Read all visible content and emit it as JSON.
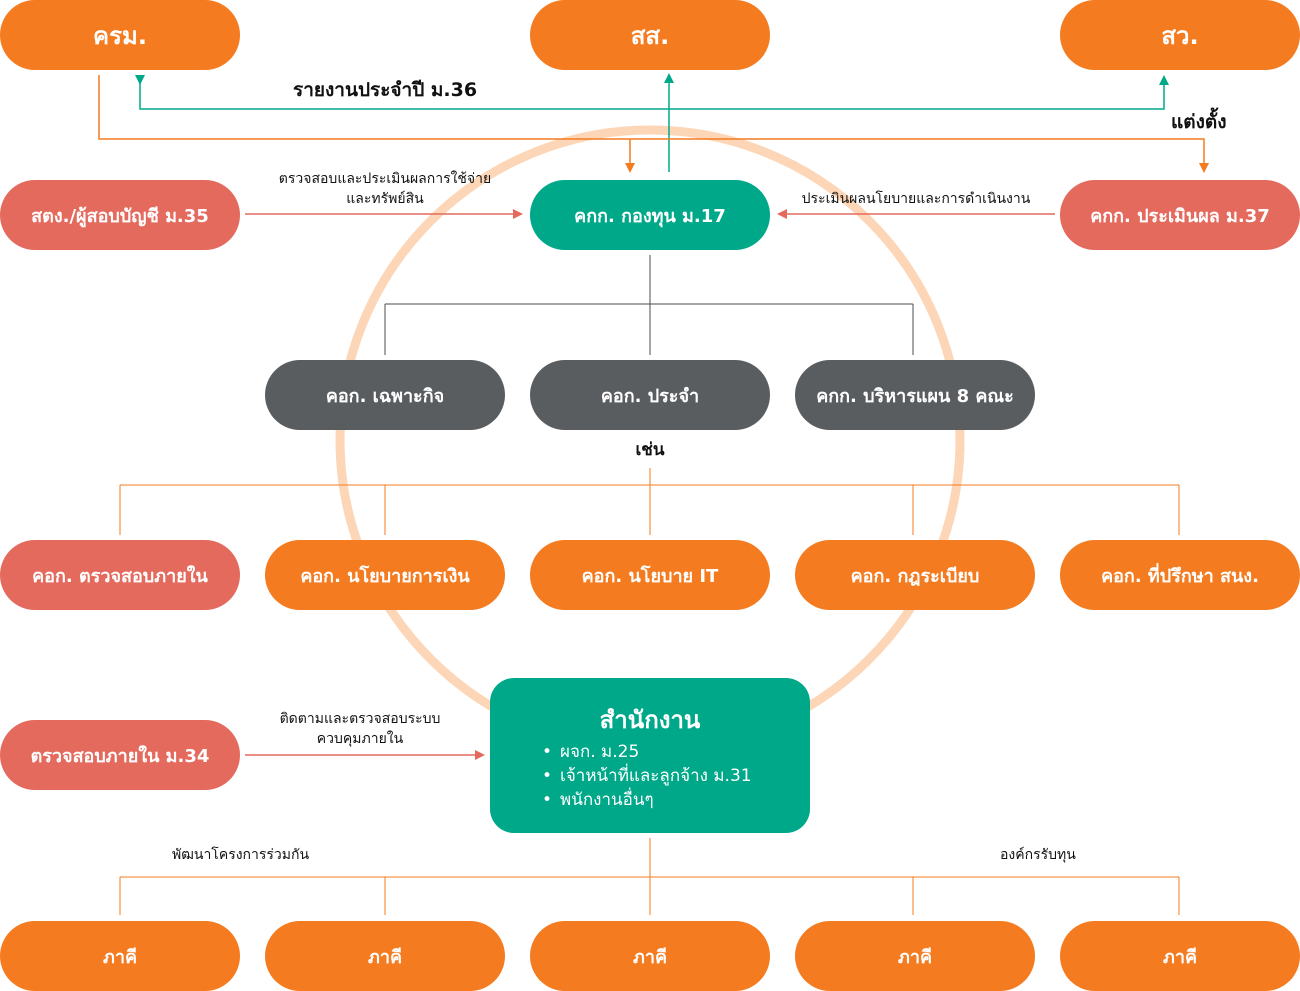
{
  "colors": {
    "orange": "#f47b20",
    "coral": "#e46a5e",
    "green": "#00a88a",
    "gray": "#5a5d60",
    "circle": "#fcd6b6"
  },
  "top": {
    "krm": "ครม.",
    "ss": "สส.",
    "sw": "สว."
  },
  "labels": {
    "annual_report": "รายงานประจำปี ม.36",
    "appoint": "แต่งตั้ง",
    "audit_assets_line1": "ตรวจสอบและประเมินผลการใช้จ่าย",
    "audit_assets_line2": "และทรัพย์สิน",
    "evaluate_policy": "ประเมินผลนโยบายและการดำเนินงาน",
    "such_as": "เช่น",
    "monitor_line1": "ติดตามและตรวจสอบระบบ",
    "monitor_line2": "ควบคุมภายใน",
    "joint_projects": "พัฒนาโครงการร่วมกัน",
    "grant_orgs": "องค์กรรับทุน"
  },
  "row2": {
    "auditor": "สตง./ผู้สอบบัญชี ม.35",
    "fund_board": "คกก. กองทุน ม.17",
    "eval_board": "คกก. ประเมินผล ม.37"
  },
  "row3": {
    "specific": "คอก. เฉพาะกิจ",
    "standing": "คอก. ประจำ",
    "plan_mgmt": "คกก. บริหารแผน 8 คณะ"
  },
  "row4": [
    "คอก. ตรวจสอบภายใน",
    "คอก. นโยบายการเงิน",
    "คอก. นโยบาย IT",
    "คอก. กฎระเบียบ",
    "คอก. ที่ปรึกษา สนง."
  ],
  "internal_audit": "ตรวจสอบภายใน ม.34",
  "office": {
    "title": "สำนักงาน",
    "items": [
      "ผจก. ม.25",
      "เจ้าหน้าที่และลูกจ้าง ม.31",
      "พนักงานอื่นๆ"
    ]
  },
  "partners": [
    "ภาคี",
    "ภาคี",
    "ภาคี",
    "ภาคี",
    "ภาคี"
  ]
}
